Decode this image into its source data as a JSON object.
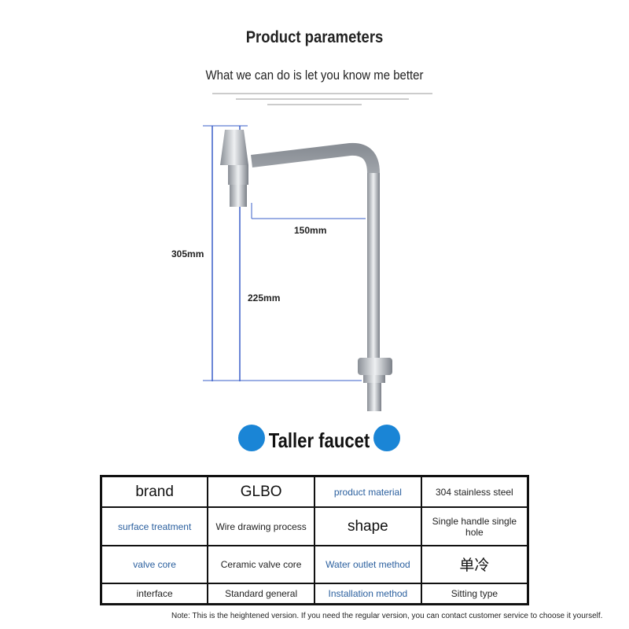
{
  "header": {
    "title": "Product parameters",
    "subtitle": "What we can do is let you know me better"
  },
  "dimensions": {
    "total_height": "305mm",
    "reach": "150mm",
    "spout_height": "225mm"
  },
  "banner": {
    "label": "Taller faucet",
    "accent": "#1a85d6"
  },
  "specs": [
    [
      {
        "text": "brand",
        "style": "big"
      },
      {
        "text": "GLBO",
        "style": "big"
      },
      {
        "text": "product material",
        "style": "k"
      },
      {
        "text": "304 stainless steel",
        "style": ""
      }
    ],
    [
      {
        "text": "surface treatment",
        "style": "k"
      },
      {
        "text": "Wire drawing process",
        "style": ""
      },
      {
        "text": "shape",
        "style": "big"
      },
      {
        "text": "Single handle single hole",
        "style": ""
      }
    ],
    [
      {
        "text": "valve core",
        "style": "k"
      },
      {
        "text": "Ceramic valve core",
        "style": ""
      },
      {
        "text": "Water outlet method",
        "style": "k"
      },
      {
        "text": "单冷",
        "style": "big"
      }
    ],
    [
      {
        "text": "interface",
        "style": ""
      },
      {
        "text": "Standard general",
        "style": ""
      },
      {
        "text": "Installation method",
        "style": "k"
      },
      {
        "text": "Sitting type",
        "style": ""
      }
    ]
  ],
  "note": "Note: This is the heightened version. If you need the regular version, you can contact customer service to choose it yourself."
}
